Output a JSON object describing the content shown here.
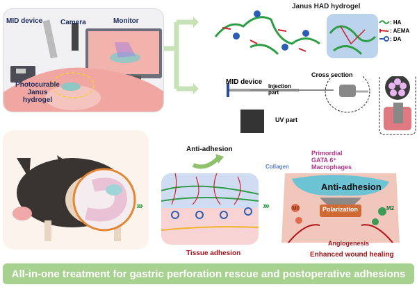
{
  "surgery_panel": {
    "labels": {
      "mid_device": "MID device",
      "camera": "Camera",
      "monitor": "Monitor",
      "hydrogel": "Photocurable Janus hydrogel"
    }
  },
  "hydrogel_panel": {
    "title": "Janus HAD hydrogel",
    "legend": [
      {
        "name": "HA",
        "label": ": HA",
        "color": "#2e9e46"
      },
      {
        "name": "AEMA",
        "label": ": AEMA",
        "color": "#cc2027"
      },
      {
        "name": "DA",
        "label": ": DA",
        "color": "#2c5db5"
      }
    ]
  },
  "device_panel": {
    "mid_device": "MID device",
    "injection_part": "Injection part",
    "uv_part": "UV part",
    "cross_section": "Cross section"
  },
  "mechanism_panel": {
    "anti_adhesion": "Anti-adhesion",
    "tissue_adhesion": "Tissue adhesion"
  },
  "healing_panel": {
    "collagen": "Collagen",
    "macrophages": "Primordial GATA 6⁺ Macrophages",
    "anti_adhesion": "Anti-adhesion",
    "m0": "M0",
    "m2": "M2",
    "polarization": "Polarization",
    "angiogenesis": "Angiogenesis",
    "caption": "Enhanced wound healing"
  },
  "banner": {
    "text": "All-in-one treatment for gastric perforation rescue and postoperative adhesions"
  },
  "colors": {
    "arrow_green": "#c7e3b5",
    "banner_green": "#a6d18f",
    "label_navy": "#1d2b5c",
    "red_label": "#a3121a"
  }
}
